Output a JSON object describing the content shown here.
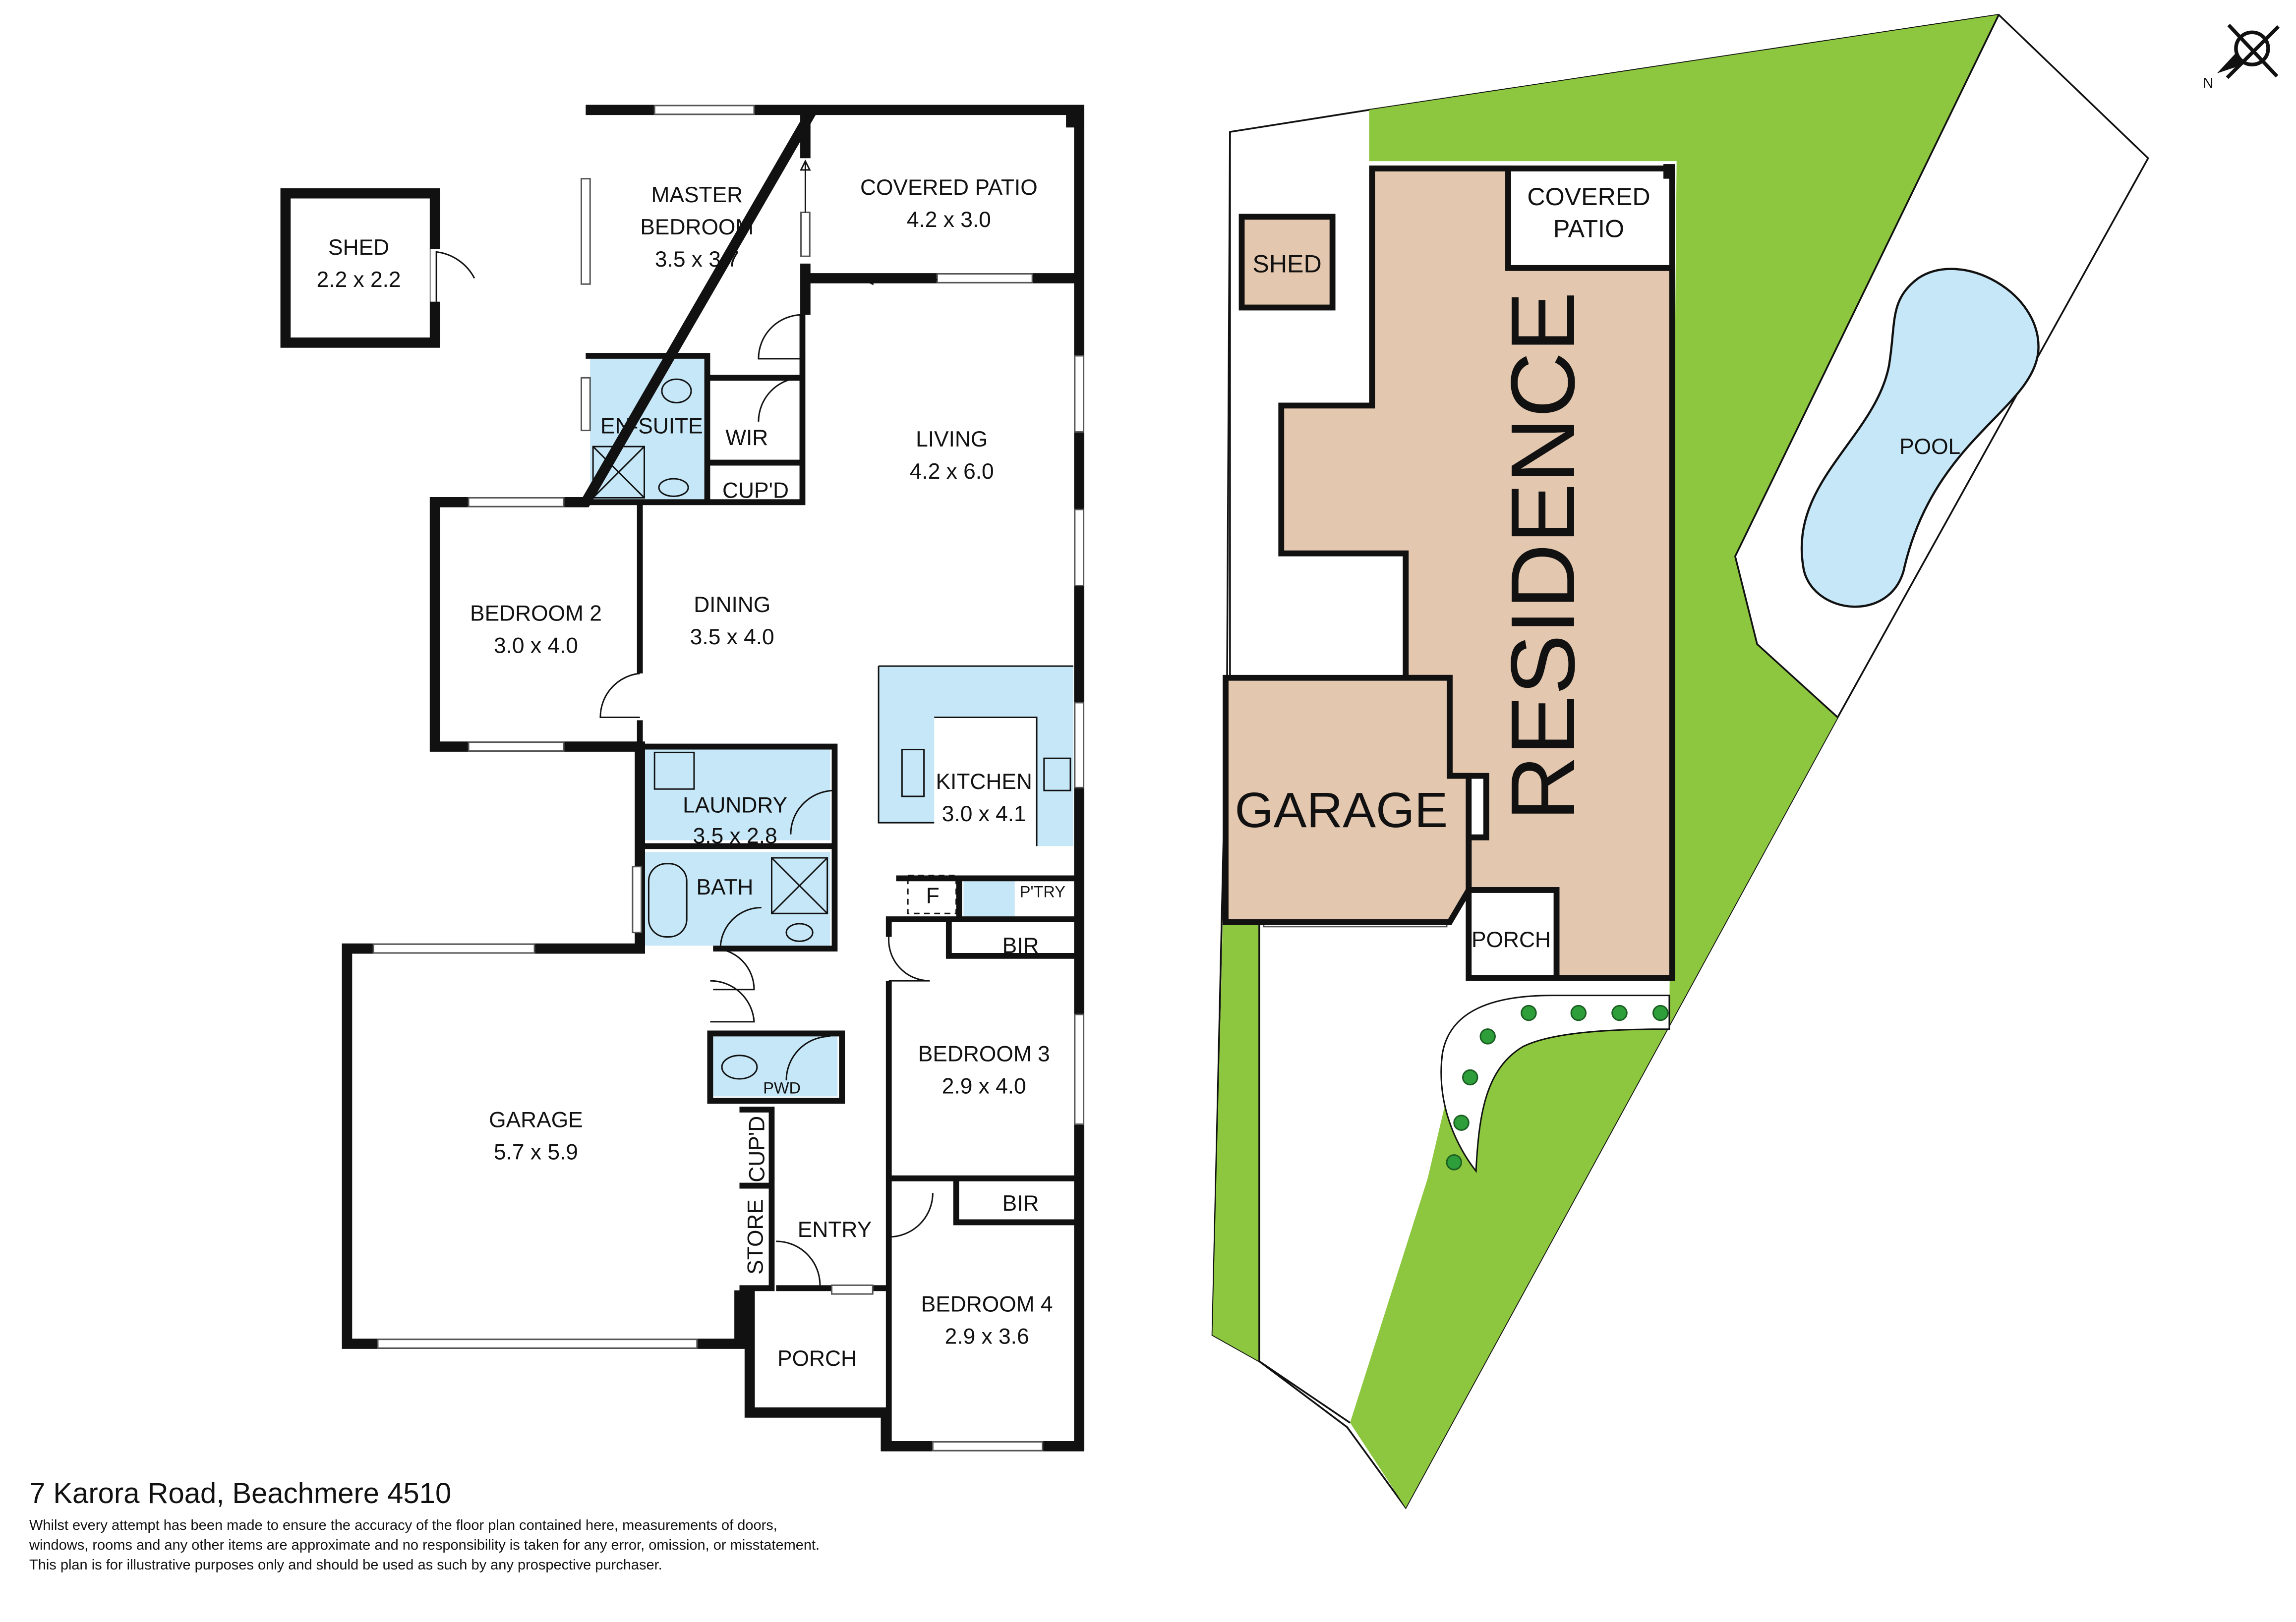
{
  "floor_plan": {
    "rooms": {
      "shed": {
        "name": "SHED",
        "size": "2.2 x 2.2"
      },
      "master": {
        "name1": "MASTER",
        "name2": "BEDROOM",
        "size": "3.5 x 3.7"
      },
      "patio": {
        "name": "COVERED PATIO",
        "size": "4.2 x 3.0"
      },
      "ensuite": {
        "name": "EN-SUITE"
      },
      "wir": {
        "name": "WIR"
      },
      "cupd1": {
        "name": "CUP'D"
      },
      "living": {
        "name": "LIVING",
        "size": "4.2 x 6.0"
      },
      "bedroom2": {
        "name": "BEDROOM 2",
        "size": "3.0 x 4.0"
      },
      "dining": {
        "name": "DINING",
        "size": "3.5 x 4.0"
      },
      "kitchen": {
        "name": "KITCHEN",
        "size": "3.0 x 4.1"
      },
      "laundry": {
        "name": "LAUNDRY",
        "size": "3.5 x 2.8"
      },
      "bath": {
        "name": "BATH"
      },
      "fridge": {
        "name": "F"
      },
      "pantry": {
        "name": "P'TRY"
      },
      "bir1": {
        "name": "BIR"
      },
      "bedroom3": {
        "name": "BEDROOM 3",
        "size": "2.9 x 4.0"
      },
      "garage": {
        "name": "GARAGE",
        "size": "5.7 x 5.9"
      },
      "pwd": {
        "name": "PWD"
      },
      "cupd2": {
        "name": "CUP'D"
      },
      "store": {
        "name": "STORE"
      },
      "entry": {
        "name": "ENTRY"
      },
      "bir2": {
        "name": "BIR"
      },
      "bedroom4": {
        "name": "BEDROOM 4",
        "size": "2.9 x 3.6"
      },
      "porch": {
        "name": "PORCH"
      }
    }
  },
  "site_plan": {
    "shed": "SHED",
    "covered_patio_1": "COVERED",
    "covered_patio_2": "PATIO",
    "residence": "RESIDENCE",
    "garage": "GARAGE",
    "porch": "PORCH",
    "pool": "POOL",
    "compass_label": "N"
  },
  "footer": {
    "address": "7 Karora Road, Beachmere 4510",
    "disclaimer": [
      "Whilst every attempt has been made to ensure the accuracy of the floor plan contained here, measurements of doors,",
      "windows, rooms and any other items are approximate and no responsibility is taken for any error, omission, or misstatement.",
      "This plan is for illustrative purposes only and should be used as such by any prospective purchaser."
    ]
  },
  "colors": {
    "wall": "#111111",
    "wet_area": "#c6e7f7",
    "lawn": "#8dc63f",
    "building": "#e3c7ae"
  }
}
